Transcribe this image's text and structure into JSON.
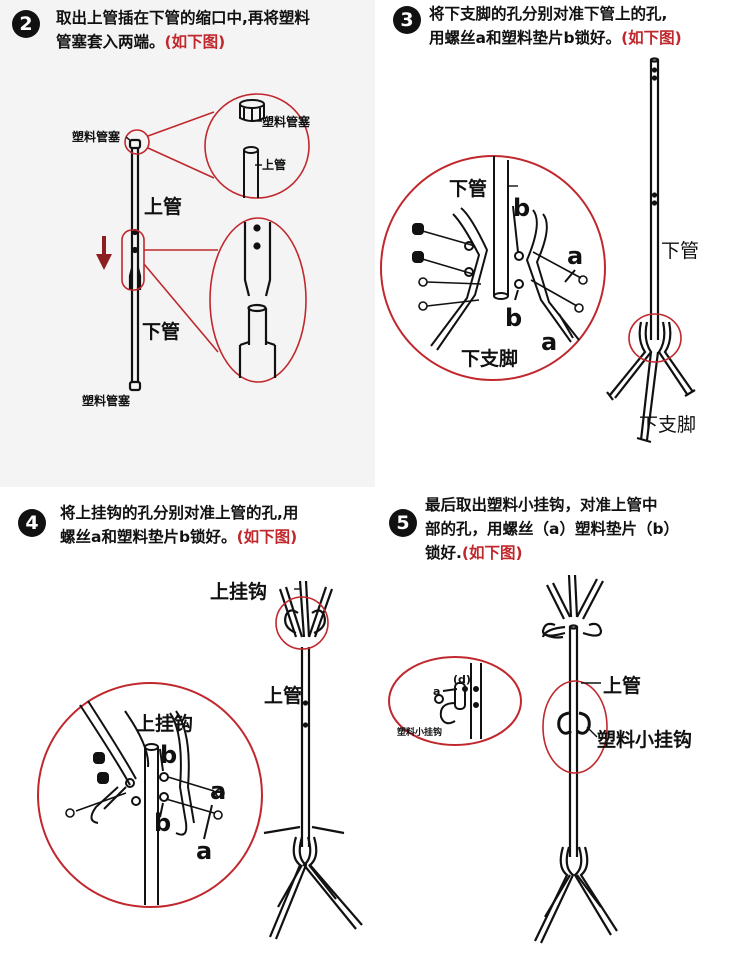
{
  "steps": [
    {
      "num": "2",
      "line1": "取出上管插在下管的缩口中,再将塑料",
      "line2": "管塞套入两端。",
      "ref": "(如下图)"
    },
    {
      "num": "3",
      "line1": "将下支脚的孔分别对准下管上的孔,",
      "line2": "用螺丝a和塑料垫片b锁好。",
      "ref": "(如下图)"
    },
    {
      "num": "4",
      "line1": "将上挂钩的孔分别对准上管的孔,用",
      "line2": "螺丝a和塑料垫片b锁好。",
      "ref": "(如下图)"
    },
    {
      "num": "5",
      "line1": "最后取出塑料小挂钩，对准上管中",
      "line2": "部的孔，用螺丝（a）塑料垫片（b）",
      "line3": "锁好.",
      "ref": "(如下图)"
    }
  ],
  "labels": {
    "plastic_plug": "塑料管塞",
    "upper_tube": "上管",
    "lower_tube": "下管",
    "lower_leg": "下支脚",
    "upper_hook": "上挂钩",
    "small_hook": "塑料小挂钩",
    "screw_a": "a",
    "washer_b": "b",
    "d": "(d)"
  },
  "colors": {
    "accent": "#c0282d",
    "ink": "#111111",
    "panel_bg": "#f4f4f4"
  }
}
